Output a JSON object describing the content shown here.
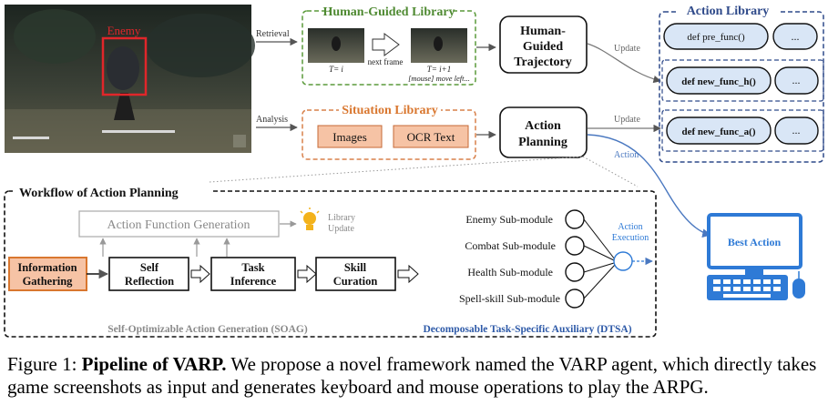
{
  "screenshot": {
    "enemy_label": "Enemy"
  },
  "arrows": {
    "retrieval": "Retrieval",
    "analysis": "Analysis",
    "update_top": "Update",
    "update_mid": "Update",
    "action": "Action"
  },
  "human_guided_library": {
    "title": "Human-Guided Library",
    "frame_left_label": "T= i",
    "next_frame_label": "next frame",
    "frame_right_label": "T= i+1",
    "frame_right_note": "[mouse] move left..."
  },
  "situation_library": {
    "title": "Situation Library",
    "images_label": "Images",
    "ocr_label": "OCR Text"
  },
  "human_guided_trajectory": {
    "line1": "Human-",
    "line2": "Guided",
    "line3": "Trajectory"
  },
  "action_planning_box": {
    "line1": "Action",
    "line2": "Planning"
  },
  "action_library": {
    "title": "Action Library",
    "func_pre": "def pre_func()",
    "func_h": "def new_func_h()",
    "func_a": "def new_func_a()",
    "ellipsis": "..."
  },
  "workflow": {
    "title": "Workflow of Action Planning",
    "action_function_generation": "Action Function Generation",
    "library_update_line1": "Library",
    "library_update_line2": "Update",
    "info_gathering_line1": "Information",
    "info_gathering_line2": "Gathering",
    "self_reflection_line1": "Self",
    "self_reflection_line2": "Reflection",
    "task_inference_line1": "Task",
    "task_inference_line2": "Inference",
    "skill_curation_line1": "Skill",
    "skill_curation_line2": "Curation",
    "soag_label": "Self-Optimizable Action Generation (SOAG)",
    "dtsa_label": "Decomposable Task-Specific Auxiliary (DTSA)",
    "submodules": [
      "Enemy Sub-module",
      "Combat Sub-module",
      "Health Sub-module",
      "Spell-skill Sub-module"
    ],
    "execution_line1": "Action",
    "execution_line2": "Execution"
  },
  "best_action": {
    "label": "Best Action"
  },
  "caption": {
    "prefix": "Figure 1: ",
    "bold": "Pipeline of VARP.",
    "rest": " We propose a novel framework named the VARP agent, which directly takes game screenshots as input and generates keyboard and mouse operations to play the ARPG."
  },
  "colors": {
    "green_dash": "#5a9a3a",
    "green_title": "#4f8a32",
    "orange_dash": "#d8804a",
    "orange_title": "#d9772f",
    "orange_fill": "#f6c3a5",
    "navy": "#2f4a8a",
    "blue_line": "#4a78c0",
    "best_action_blue": "#2e7ad6",
    "func_fill": "#d9e6f6",
    "gray_text": "#8a8a8a",
    "red_box": "#e0262a"
  }
}
